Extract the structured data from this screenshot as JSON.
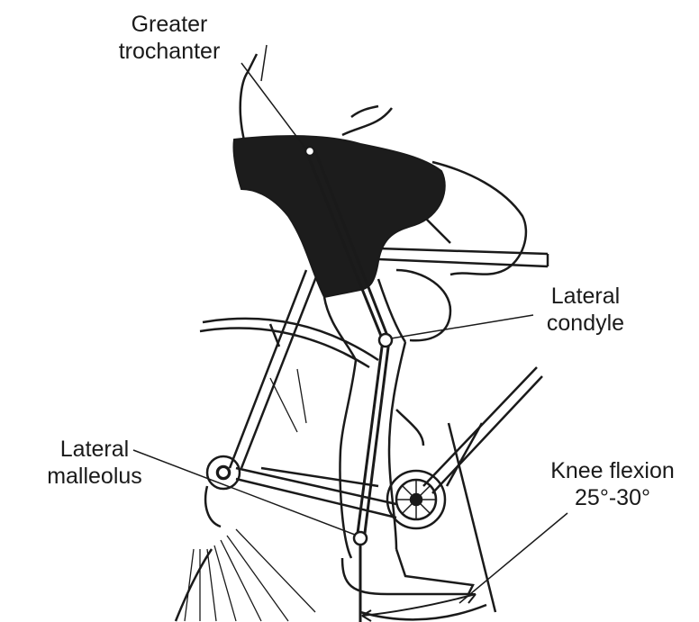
{
  "labels": {
    "greater_trochanter": [
      "Greater",
      "trochanter"
    ],
    "lateral_condyle": [
      "Lateral",
      "condyle"
    ],
    "lateral_malleolus": [
      "Lateral",
      "malleolus"
    ],
    "knee_flexion": [
      "Knee flexion",
      "25°-30°"
    ]
  },
  "colors": {
    "ink": "#1a1a1a",
    "shorts": "#1c1c1c",
    "background": "#ffffff"
  }
}
